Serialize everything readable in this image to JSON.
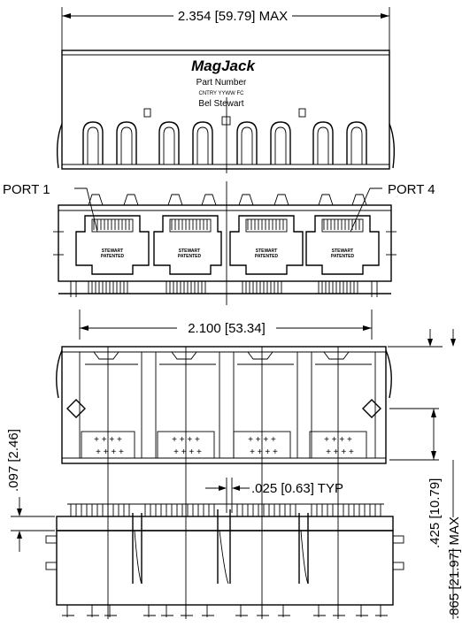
{
  "drawing": {
    "dimensions": {
      "overall_width": "2.354 [59.79] MAX",
      "port_span": "2.100 [53.34]",
      "pin_pitch": ".025 [0.63] TYP",
      "standoff": ".097 [2.46]",
      "led_height": ".425 [10.79]",
      "overall_height": ".865 [21.97] MAX"
    },
    "labels": {
      "port_first": "PORT 1",
      "port_last": "PORT 4",
      "jack_marking": "STEWART PATENTED"
    },
    "top_view_marking": {
      "brand": "MagJack",
      "part_number": "Part Number",
      "date_code": "CNTRY YYWW FC",
      "manufacturer": "Bel Stewart"
    }
  }
}
